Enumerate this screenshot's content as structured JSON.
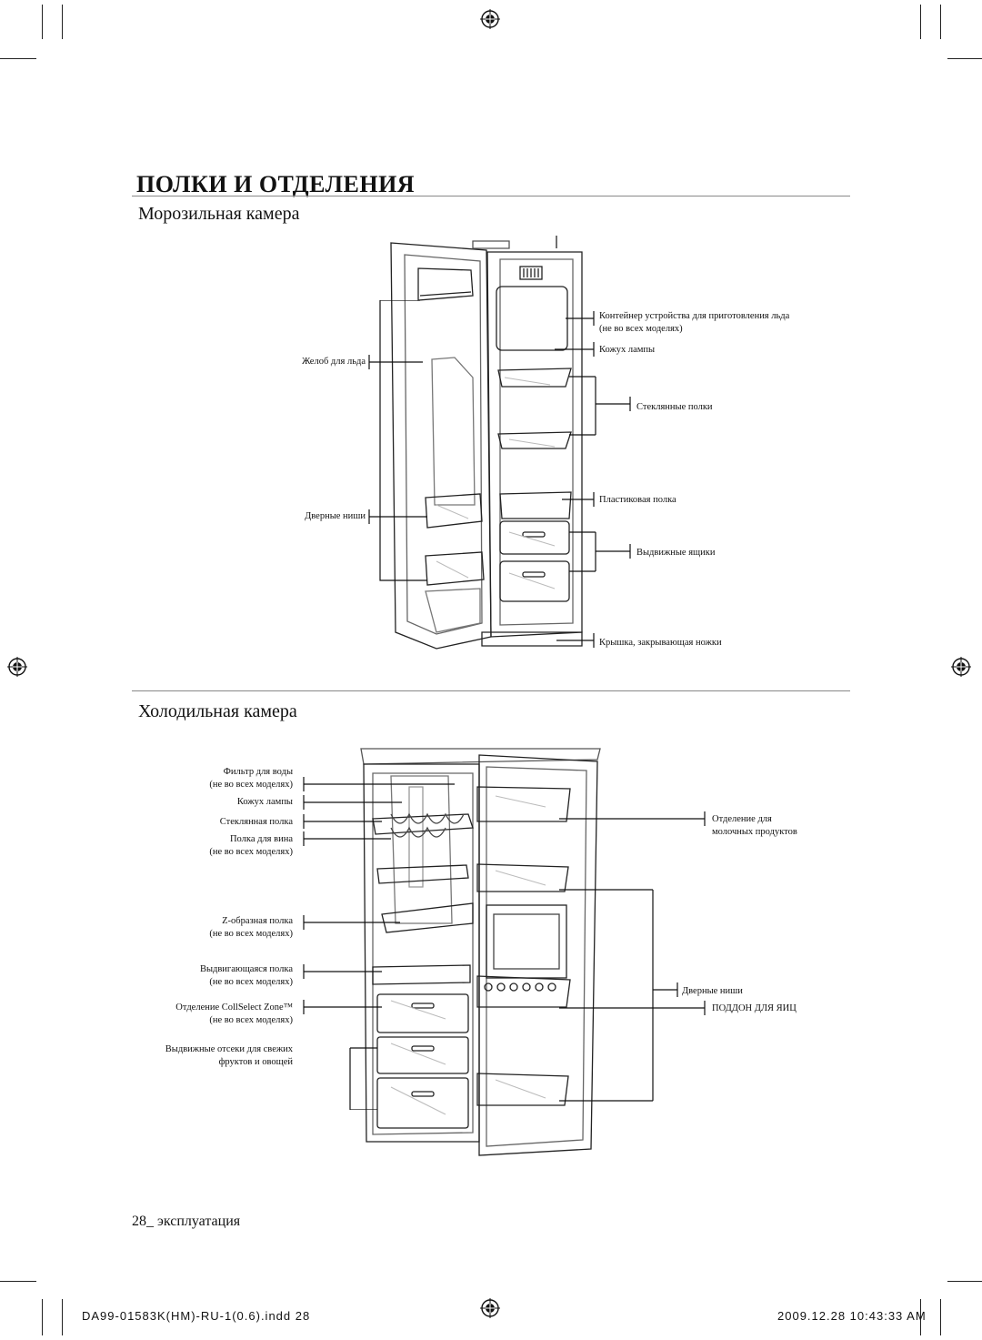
{
  "page": {
    "title": "ПОЛКИ И ОТДЕЛЕНИЯ",
    "freezer_heading": "Морозильная камера",
    "fridge_heading": "Холодильная камера",
    "page_number": "28_",
    "page_section": "эксплуатация"
  },
  "freezer_labels": {
    "ice_maker": "Контейнер устройства для приготовления льда",
    "ice_maker_note": "(не во всех моделях)",
    "lamp_cover": "Кожух лампы",
    "ice_chute": "Желоб для льда",
    "glass_shelves": "Стеклянные полки",
    "plastic_shelf": "Пластиковая полка",
    "door_bins": "Дверные ниши",
    "drawers": "Выдвижные ящики",
    "leg_cover": "Крышка, закрывающая ножки"
  },
  "fridge_labels": {
    "water_filter": "Фильтр для воды",
    "water_filter_note": "(не во всех моделях)",
    "lamp_cover": "Кожух лампы",
    "glass_shelf": "Стеклянная полка",
    "wine_shelf": "Полка для вина",
    "wine_shelf_note": "(не во всех моделях)",
    "z_shelf": "Z-образная полка",
    "z_shelf_note": "(не во всех моделях)",
    "slide_shelf": "Выдвигающаяся полка",
    "slide_shelf_note": "(не во всех моделях)",
    "coolselect": "Отделение CollSelect Zone™",
    "coolselect_note": "(не во всех моделях)",
    "crispers": "Выдвижные отсеки для свежих",
    "crispers_2": "фруктов и овощей",
    "dairy": "Отделение для",
    "dairy_2": "молочных продуктов",
    "door_bins": "Дверные ниши",
    "egg_tray": "ПОДДОН ДЛЯ ЯИЦ"
  },
  "slug": {
    "file": "DA99-01583K(HM)-RU-1(0.6).indd   28",
    "date": "2009.12.28   10:43:33 AM"
  }
}
